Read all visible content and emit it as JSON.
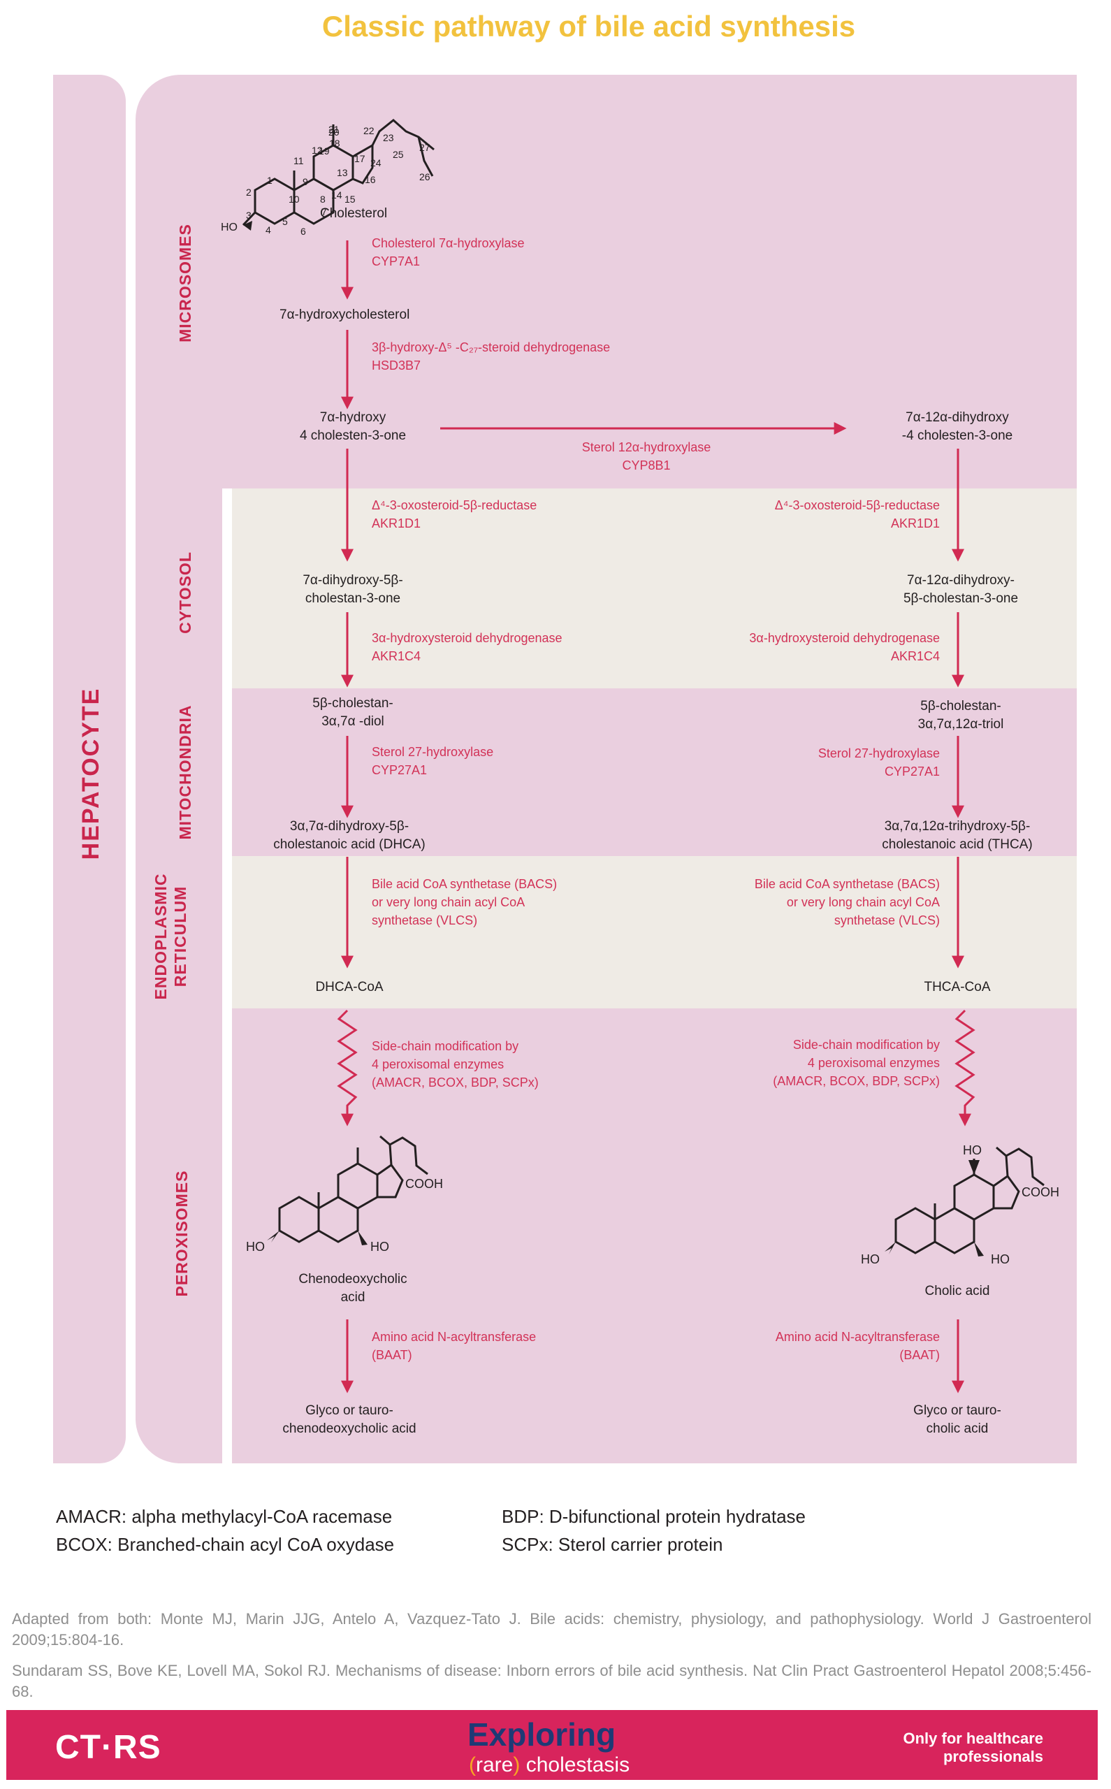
{
  "title": "Classic pathway of bile acid synthesis",
  "sections": {
    "hepatocyte": "HEPATOCYTE",
    "microsomes": "MICROSOMES",
    "cytosol": "CYTOSOL",
    "mitochondria": "MITOCHONDRIA",
    "er_line1": "ENDOPLASMIC",
    "er_line2": "RETICULUM",
    "peroxisomes": "PEROXISOMES"
  },
  "structure_labels": {
    "cholesterol_atoms": [
      "1",
      "2",
      "3",
      "4",
      "5",
      "6",
      "7",
      "8",
      "9",
      "10",
      "11",
      "12",
      "13",
      "14",
      "15",
      "16",
      "17",
      "18",
      "19",
      "20",
      "21",
      "22",
      "23",
      "24",
      "25",
      "26",
      "27"
    ],
    "ho": "HO",
    "cooh": "COOH"
  },
  "nodes": {
    "cholesterol": "Cholesterol",
    "hydroxycholesterol": "7α-hydroxycholesterol",
    "hydroxy_cholesten_1": "7α-hydroxy",
    "hydroxy_cholesten_2": "4 cholesten-3-one",
    "dihydroxy_cholesten_1": "7α-12α-dihydroxy",
    "dihydroxy_cholesten_2": "-4 cholesten-3-one",
    "left_cytosol_1": "7α-dihydroxy-5β-",
    "left_cytosol_2": "cholestan-3-one",
    "right_cytosol_1": "7α-12α-dihydroxy-",
    "right_cytosol_2": "5β-cholestan-3-one",
    "left_diol_1": "5β-cholestan-",
    "left_diol_2": "3α,7α -diol",
    "right_triol_1": "5β-cholestan-",
    "right_triol_2": "3α,7α,12α-triol",
    "dhca_1": "3α,7α-dihydroxy-5β-",
    "dhca_2": "cholestanoic acid (DHCA)",
    "thca_1": "3α,7α,12α-trihydroxy-5β-",
    "thca_2": "cholestanoic acid (THCA)",
    "dhca_coa": "DHCA-CoA",
    "thca_coa": "THCA-CoA",
    "cdca_1": "Chenodeoxycholic",
    "cdca_2": "acid",
    "cholic": "Cholic acid",
    "glyco_cdca_1": "Glyco or tauro-",
    "glyco_cdca_2": "chenodeoxycholic acid",
    "glyco_cholic_1": "Glyco or tauro-",
    "glyco_cholic_2": "cholic acid"
  },
  "enzymes": {
    "cyp7a1_1": "Cholesterol 7α-hydroxylase",
    "cyp7a1_2": "CYP7A1",
    "hsd3b7_1": "3β-hydroxy-Δ⁵ -C₂₇-steroid dehydrogenase",
    "hsd3b7_2": "HSD3B7",
    "cyp8b1_1": "Sterol 12α-hydroxylase",
    "cyp8b1_2": "CYP8B1",
    "akr1d1_left_1": "Δ⁴-3-oxosteroid-5β-reductase",
    "akr1d1_left_2": "AKR1D1",
    "akr1d1_right_1": "Δ⁴-3-oxosteroid-5β-reductase",
    "akr1d1_right_2": "AKR1D1",
    "akr1c4_left_1": "3α-hydroxysteroid dehydrogenase",
    "akr1c4_left_2": "AKR1C4",
    "akr1c4_right_1": "3α-hydroxysteroid dehydrogenase",
    "akr1c4_right_2": "AKR1C4",
    "cyp27a1_left_1": "Sterol 27-hydroxylase",
    "cyp27a1_left_2": "CYP27A1",
    "cyp27a1_right_1": "Sterol 27-hydroxylase",
    "cyp27a1_right_2": "CYP27A1",
    "bacs_left_1": "Bile acid CoA synthetase (BACS)",
    "bacs_left_2": "or very long chain acyl CoA",
    "bacs_left_3": "synthetase (VLCS)",
    "bacs_right_1": "Bile acid CoA synthetase (BACS)",
    "bacs_right_2": "or very long chain acyl CoA",
    "bacs_right_3": "synthetase (VLCS)",
    "perox_left_1": "Side-chain modification by",
    "perox_left_2": "4 peroxisomal enzymes",
    "perox_left_3": "(AMACR, BCOX, BDP, SCPx)",
    "perox_right_1": "Side-chain modification by",
    "perox_right_2": "4 peroxisomal enzymes",
    "perox_right_3": "(AMACR, BCOX, BDP, SCPx)",
    "baat_left_1": "Amino acid N-acyltransferase",
    "baat_left_2": "(BAAT)",
    "baat_right_1": "Amino acid N-acyltransferase",
    "baat_right_2": "(BAAT)"
  },
  "legend": {
    "amacr": "AMACR: alpha methylacyl-CoA racemase",
    "bcox": "BCOX: Branched-chain acyl CoA oxydase",
    "bdp": "BDP: D-bifunctional protein hydratase",
    "scpx": "SCPx: Sterol carrier protein"
  },
  "references": {
    "ref1": "Adapted from both: Monte MJ, Marin JJG, Antelo A, Vazquez-Tato J. Bile acids: chemistry, physiology, and pathophysiology. World J Gastroenterol 2009;15:804-16.",
    "ref2": "Sundaram SS, Bove KE, Lovell MA, Sokol RJ. Mechanisms of disease: Inborn errors of bile acid synthesis. Nat Clin Pract Gastroenterol Hepatol 2008;5:456-68."
  },
  "footer": {
    "brand": "CT·RS",
    "exploring": "Exploring",
    "rare_open": "(",
    "rare": "rare",
    "rare_close": ")",
    "cholestasis": " cholestasis",
    "only_1": "Only for healthcare",
    "only_2": "professionals"
  },
  "colors": {
    "accent_red": "#d23257",
    "arrow_red": "#d12a52",
    "section_pink": "#eacfdf",
    "section_beige": "#efebe5",
    "title_yellow": "#f2c23e",
    "footer_pink": "#d8245c"
  }
}
